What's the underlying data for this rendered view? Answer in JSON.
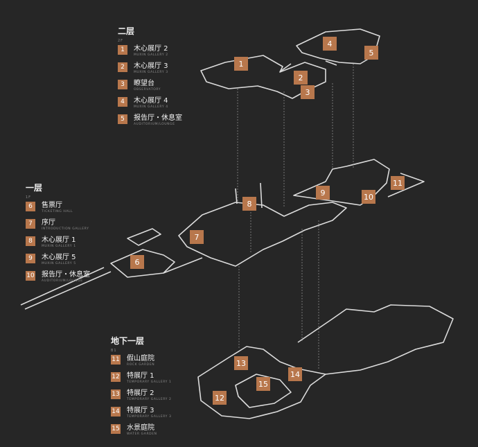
{
  "accent": "#b8774c",
  "floors": [
    {
      "title": "二层",
      "subtitle": "2F",
      "items": [
        {
          "num": "1",
          "zh": "木心展厅 2",
          "en": "MUXIN GALLERY 2"
        },
        {
          "num": "2",
          "zh": "木心展厅 3",
          "en": "MUXIN GALLERY 3"
        },
        {
          "num": "3",
          "zh": "瞭望台",
          "en": "OBSERVATORY"
        },
        {
          "num": "4",
          "zh": "木心展厅 4",
          "en": "MUXIN GALLERY 4"
        },
        {
          "num": "5",
          "zh": "报告厅・休息室",
          "en": "AUDITORIUM/LOUNGE"
        }
      ]
    },
    {
      "title": "一层",
      "subtitle": "1F",
      "items": [
        {
          "num": "6",
          "zh": "售票厅",
          "en": "TICKETING HALL"
        },
        {
          "num": "7",
          "zh": "序厅",
          "en": "INTRODUCTION GALLERY"
        },
        {
          "num": "8",
          "zh": "木心展厅 1",
          "en": "MUXIN GALLERY 1"
        },
        {
          "num": "9",
          "zh": "木心展厅 5",
          "en": "MUXIN GALLERY 5"
        },
        {
          "num": "10",
          "zh": "报告厅・休息室",
          "en": "AUDITORIUM/LOUNGE"
        }
      ]
    },
    {
      "title": "地下一层",
      "subtitle": "B1",
      "items": [
        {
          "num": "11",
          "zh": "假山庭院",
          "en": "ROCK GARDEN"
        },
        {
          "num": "12",
          "zh": "特展厅 1",
          "en": "TEMPORARY GALLERY 1"
        },
        {
          "num": "13",
          "zh": "特展厅 2",
          "en": "TEMPORARY GALLERY 2"
        },
        {
          "num": "14",
          "zh": "特展厅 3",
          "en": "TEMPORARY GALLERY 3"
        },
        {
          "num": "15",
          "zh": "水景庭院",
          "en": "WATER GARDEN"
        }
      ]
    }
  ],
  "map_labels": [
    "1",
    "2",
    "3",
    "4",
    "5",
    "6",
    "7",
    "8",
    "9",
    "10",
    "11",
    "12",
    "13",
    "14",
    "15"
  ]
}
